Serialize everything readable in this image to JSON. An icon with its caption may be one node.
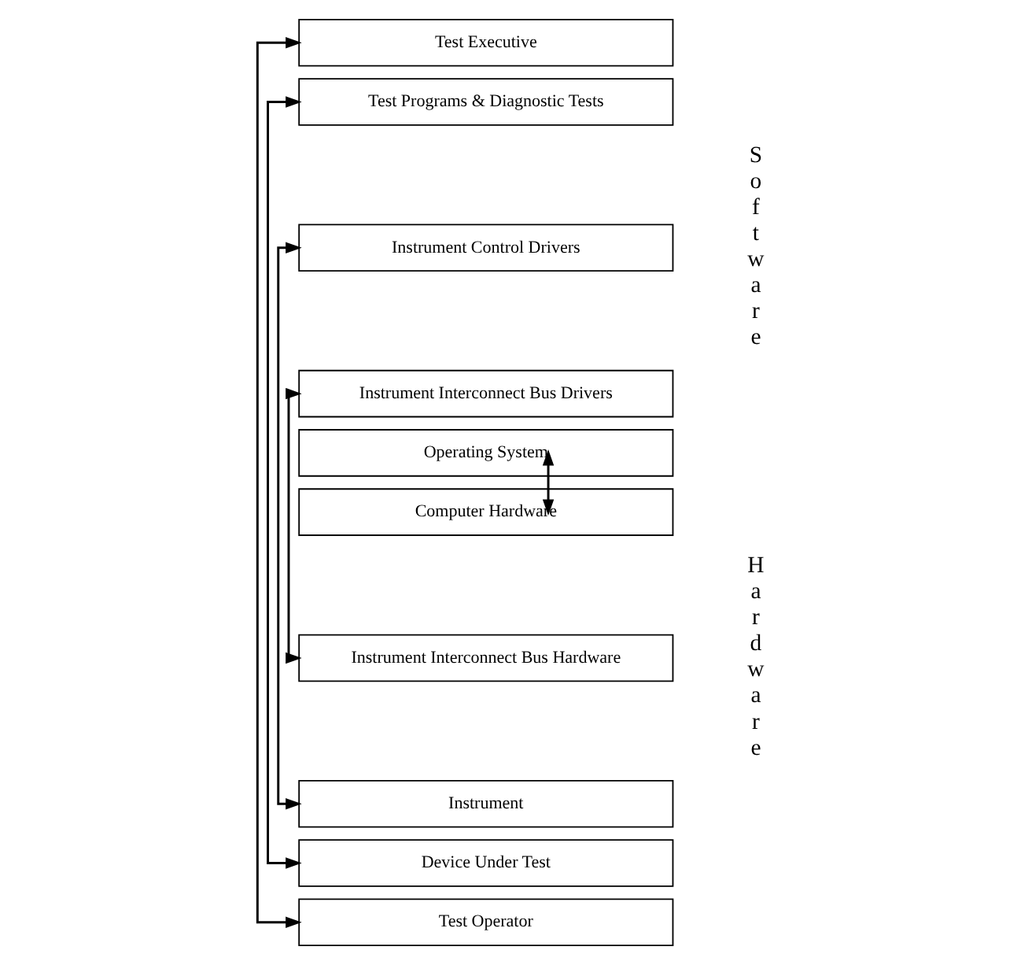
{
  "diagram": {
    "nodes": [
      {
        "text": [
          "Test Executive"
        ]
      },
      {
        "text": [
          "Test Programs & Diagnostic Tests"
        ]
      },
      {
        "text": [
          "Instrument Control Drivers"
        ]
      },
      {
        "text": [
          "Instrument Interconnect Bus Drivers"
        ]
      },
      {
        "text": [
          "Operating System"
        ]
      },
      {
        "text": [
          "Computer Hardware"
        ]
      },
      {
        "text": [
          "Instrument Interconnect Bus Hardware"
        ]
      },
      {
        "text": [
          "Instrument"
        ]
      },
      {
        "text": [
          "Device Under Test"
        ]
      },
      {
        "text": [
          "Test Operator"
        ]
      }
    ],
    "edges": [
      {
        "from": 0,
        "to": 9,
        "arrow": "both"
      },
      {
        "from": 1,
        "to": 8,
        "arrow": "both"
      },
      {
        "from": 2,
        "to": 7,
        "arrow": "both"
      },
      {
        "from": 3,
        "to": 6,
        "arrow": "both"
      },
      {
        "from": 4,
        "to": 5,
        "arrow": "both"
      }
    ],
    "labels": [
      "Software",
      "Hardware"
    ]
  }
}
